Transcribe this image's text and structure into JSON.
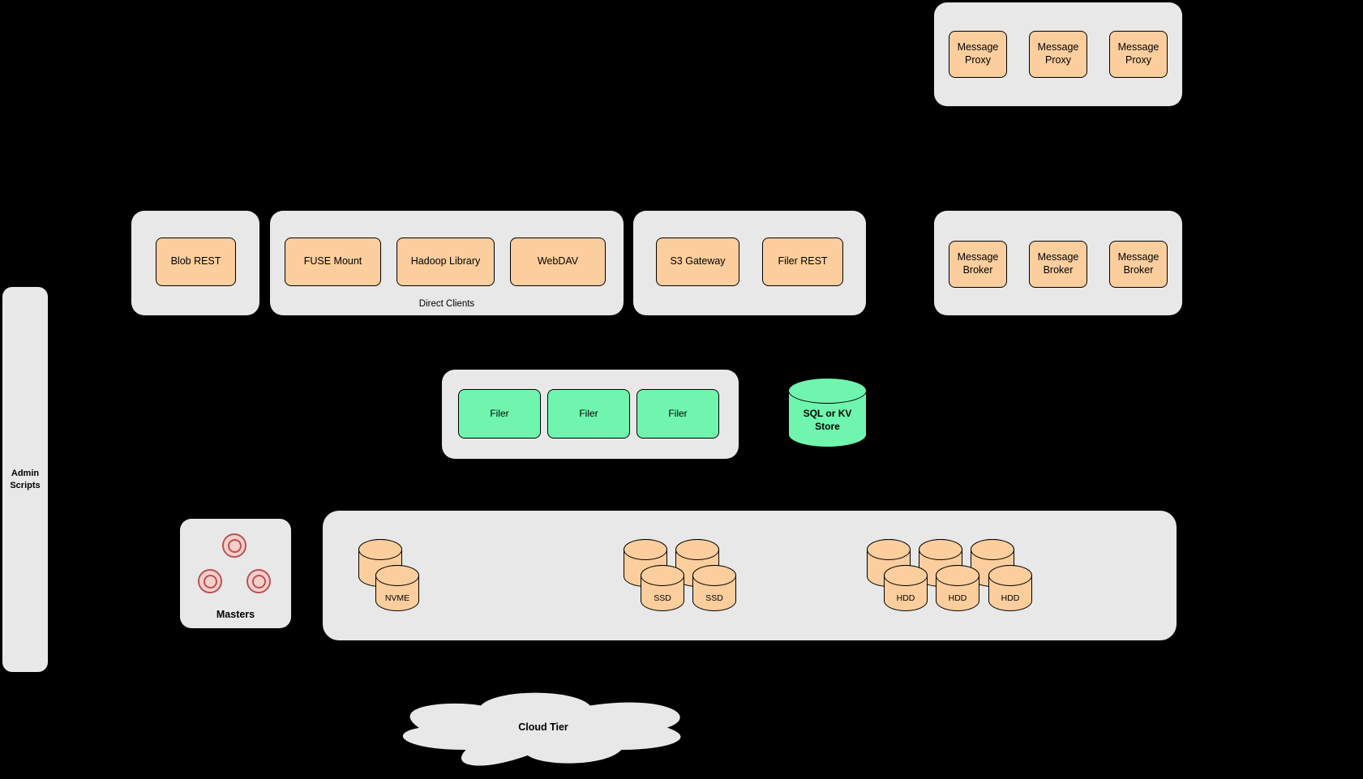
{
  "diagram": {
    "admin": {
      "label": "Admin Scripts"
    },
    "proxies": {
      "items": [
        {
          "label": "Message Proxy"
        },
        {
          "label": "Message Proxy"
        },
        {
          "label": "Message Proxy"
        }
      ]
    },
    "blob": {
      "items": [
        {
          "label": "Blob REST"
        }
      ]
    },
    "direct_clients": {
      "caption": "Direct Clients",
      "items": [
        {
          "label": "FUSE Mount"
        },
        {
          "label": "Hadoop Library"
        },
        {
          "label": "WebDAV"
        }
      ]
    },
    "gateways": {
      "items": [
        {
          "label": "S3 Gateway"
        },
        {
          "label": "Filer REST"
        }
      ]
    },
    "brokers": {
      "items": [
        {
          "label": "Message Broker"
        },
        {
          "label": "Message Broker"
        },
        {
          "label": "Message Broker"
        }
      ]
    },
    "filers": {
      "items": [
        {
          "label": "Filer"
        },
        {
          "label": "Filer"
        },
        {
          "label": "Filer"
        }
      ]
    },
    "store": {
      "label": "SQL or KV Store"
    },
    "masters": {
      "label": "Masters"
    },
    "volume_servers": {
      "nvme": {
        "label": "NVME"
      },
      "ssd": {
        "items": [
          {
            "label": "SSD"
          },
          {
            "label": "SSD"
          }
        ]
      },
      "hdd": {
        "items": [
          {
            "label": "HDD"
          },
          {
            "label": "HDD"
          },
          {
            "label": "HDD"
          }
        ]
      }
    },
    "cloud": {
      "label": "Cloud Tier"
    }
  },
  "colors": {
    "background": "#000000",
    "panel": "#e8e8e8",
    "node_orange": "#fcce9d",
    "node_green": "#6ff5ae",
    "master_fill": "#f8cecc",
    "master_stroke": "#b85450"
  }
}
